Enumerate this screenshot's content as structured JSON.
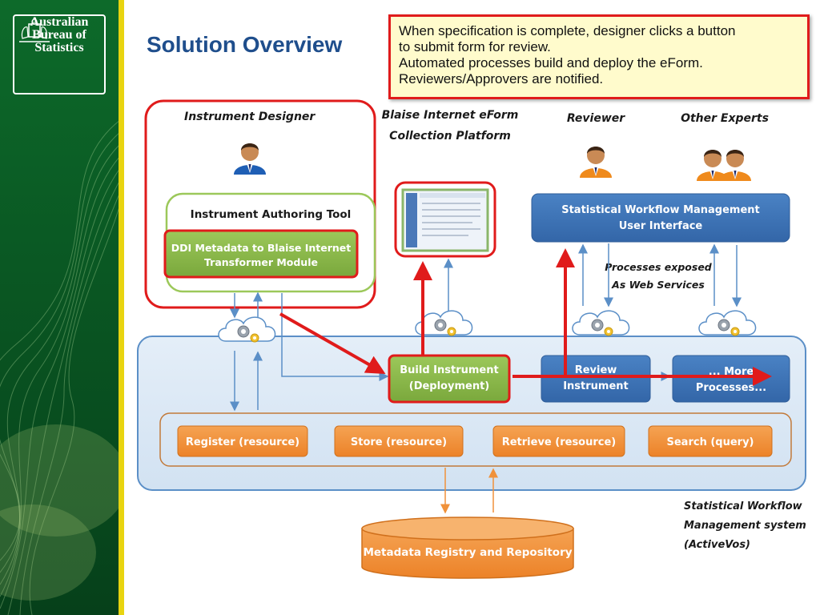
{
  "slide": {
    "title": "Solution Overview"
  },
  "logo": {
    "line1": "Australian",
    "line2": "Bureau of",
    "line3": "Statistics"
  },
  "callout": {
    "line1": "When specification is complete, designer clicks a button",
    "line2": "to submit form for review.",
    "line3": "Automated processes build and deploy the eForm.",
    "line4": "Reviewers/Approvers are notified."
  },
  "actors": {
    "designer": "Instrument Designer",
    "platform_line1": "Blaise Internet eForm",
    "platform_line2": "Collection Platform",
    "reviewer": "Reviewer",
    "experts": "Other Experts"
  },
  "boxes": {
    "authoring_tool": "Instrument Authoring Tool",
    "transformer_line1": "DDI Metadata to Blaise Internet",
    "transformer_line2": "Transformer Module",
    "swm_ui_line1": "Statistical Workflow Management",
    "swm_ui_line2": "User Interface",
    "build_line1": "Build Instrument",
    "build_line2": "(Deployment)",
    "review_line1": "Review",
    "review_line2": "Instrument",
    "more_line1": "... More",
    "more_line2": "Processes...",
    "register": "Register (resource)",
    "store": "Store (resource)",
    "retrieve": "Retrieve (resource)",
    "search": "Search (query)",
    "repository": "Metadata Registry and Repository"
  },
  "annotations": {
    "services_line1": "Processes exposed",
    "services_line2": "As Web Services",
    "system_line1": "Statistical Workflow",
    "system_line2": "Management system",
    "system_line3": "(ActiveVos)"
  },
  "colors": {
    "sidebar": "#0a5a22",
    "sidebar_stripe": "#e8d410",
    "title": "#1f4e8c",
    "highlight": "#e01b1b",
    "callout_bg": "#fffbcc",
    "green_box": "#8db84a",
    "blue_box": "#3b72b5",
    "orange_box": "#f0913a",
    "platform_bg": "#dce8f5"
  }
}
